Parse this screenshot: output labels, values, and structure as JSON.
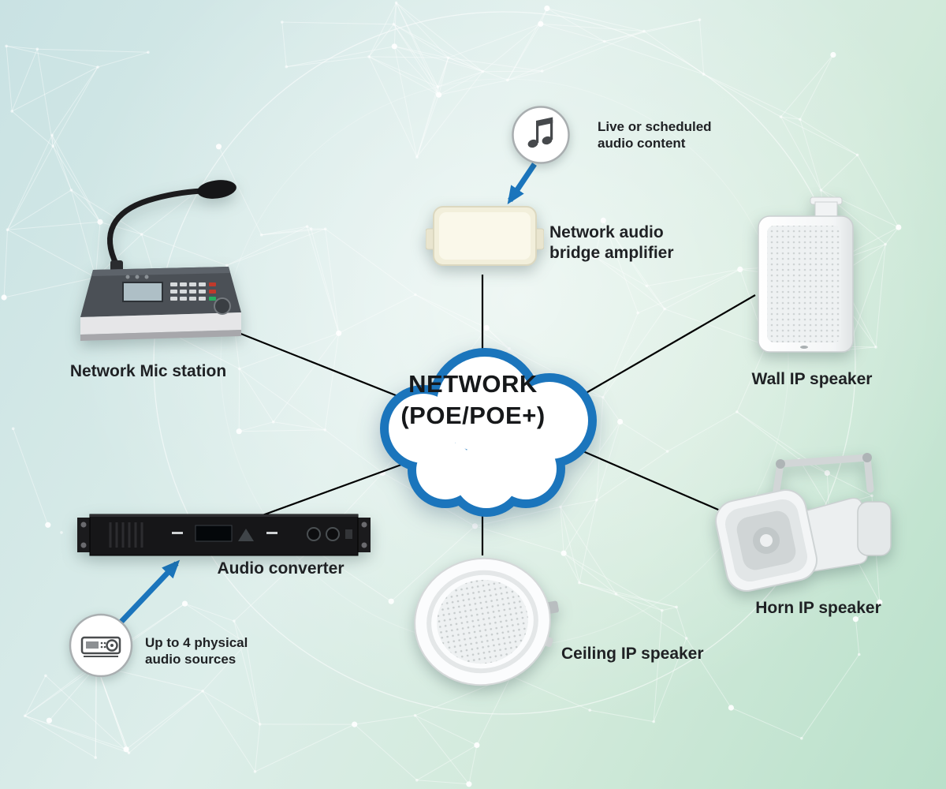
{
  "diagram": {
    "cloud": {
      "line1": "NETWORK",
      "line2": "(POE/POE+)"
    },
    "nodes": {
      "mic_station": {
        "label": "Network Mic station"
      },
      "bridge_amplifier": {
        "label_line1": "Network audio",
        "label_line2": "bridge amplifier"
      },
      "wall_speaker": {
        "label": "Wall IP speaker"
      },
      "horn_speaker": {
        "label": "Horn IP speaker"
      },
      "ceiling_speaker": {
        "label": "Ceiling IP speaker"
      },
      "audio_converter": {
        "label": "Audio converter"
      }
    },
    "annotations": {
      "audio_content": {
        "line1": "Live or scheduled",
        "line2": "audio content"
      },
      "audio_sources": {
        "line1": "Up to 4 physical",
        "line2": "audio sources"
      }
    },
    "colors": {
      "accent_blue": "#1b75bc",
      "label_text": "#1f2124",
      "connector_line": "#000000",
      "background_teal": "#c9e2e3",
      "background_green": "#b9e0ca"
    }
  }
}
